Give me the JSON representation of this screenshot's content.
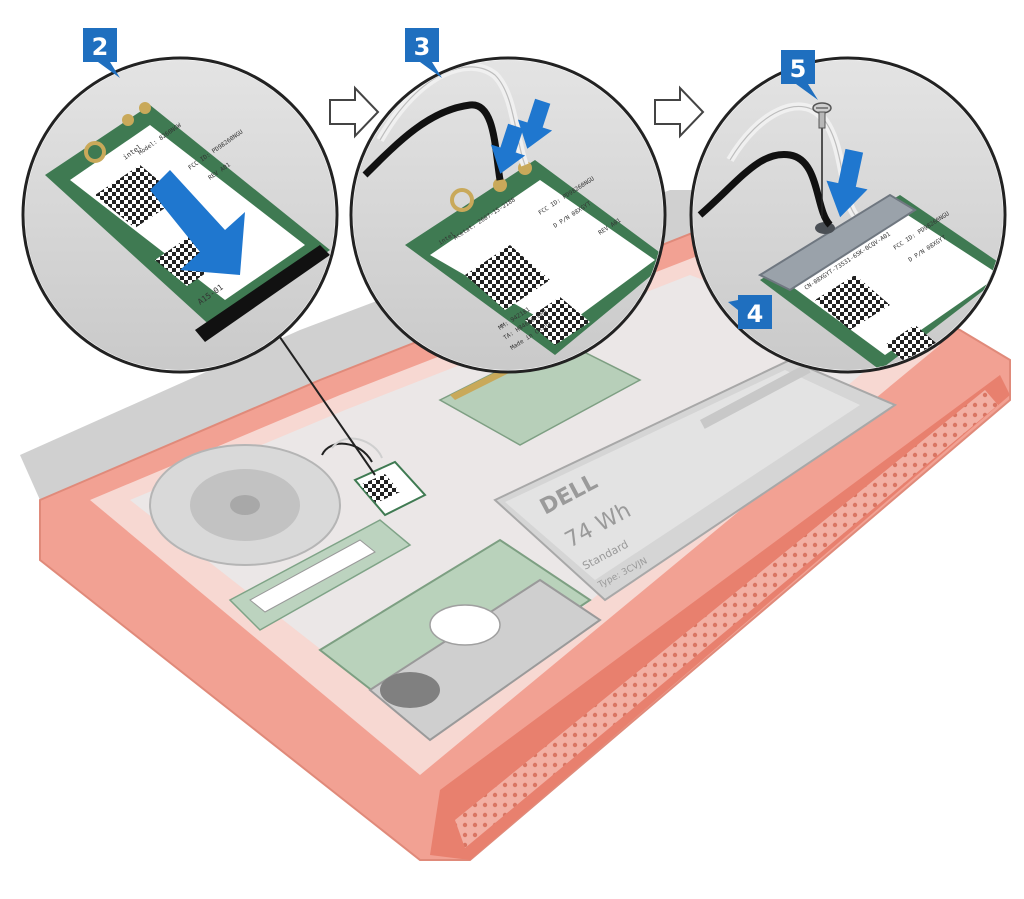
{
  "steps": [
    {
      "number": "2"
    },
    {
      "number": "3"
    },
    {
      "number": "4"
    },
    {
      "number": "5"
    }
  ],
  "wlan_card": {
    "brand": "intel",
    "model_line": "Model: 8260NGW",
    "acetat_line": "Acetat: 2607-15-2188",
    "cn_line": "CN-08XGYT-73531-65K-0CQV-A01",
    "fcc_line": "FCC ID: PD98260NGU",
    "dpn_line": "D P/N 08XGYT",
    "rev_line": "REV A01",
    "mm_line": "MM: 942181",
    "ta_line": "TA: H84620-004",
    "origin_line": "Made in China",
    "slot_label": "A15-01"
  },
  "battery": {
    "brand": "DELL",
    "capacity": "74 Wh",
    "type": "Standard",
    "model": "Type: 3CVJN"
  },
  "colors": {
    "chassis_accent": "#f2a193",
    "chassis_dark": "#e8806e",
    "step_badge": "#1f6fbf",
    "arrow_blue": "#1f77cf",
    "card_green": "#3f7a52",
    "board_green": "#5e8f6a"
  },
  "icons": [
    "right-arrow-icon",
    "down-arrow-icon",
    "screw-icon",
    "callout-pointer-icon"
  ]
}
